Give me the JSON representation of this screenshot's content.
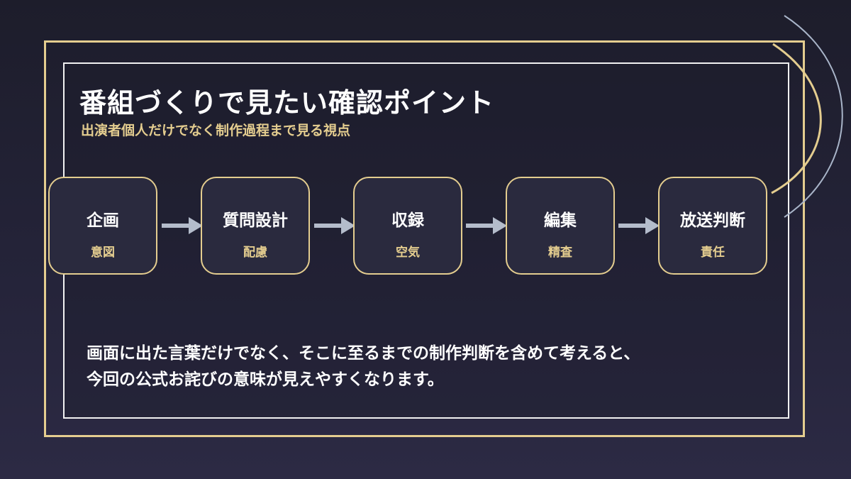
{
  "title": "番組づくりで見たい確認ポイント",
  "subtitle": "出演者個人だけでなく制作過程まで見る視点",
  "steps": [
    {
      "label": "企画",
      "sub": "意図"
    },
    {
      "label": "質問設計",
      "sub": "配慮"
    },
    {
      "label": "収録",
      "sub": "空気"
    },
    {
      "label": "編集",
      "sub": "精査"
    },
    {
      "label": "放送判断",
      "sub": "責任"
    }
  ],
  "body": {
    "line1": "画面に出た言葉だけでなく、そこに至るまでの制作判断を含めて考えると、",
    "line2": "今回の公式お詫びの意味が見えやすくなります。"
  },
  "colors": {
    "accent_gold": "#e4cd8f",
    "arrow": "#b4bccb",
    "frame_white": "#f1f1f1",
    "arc_blue": "#a9b5c9"
  }
}
